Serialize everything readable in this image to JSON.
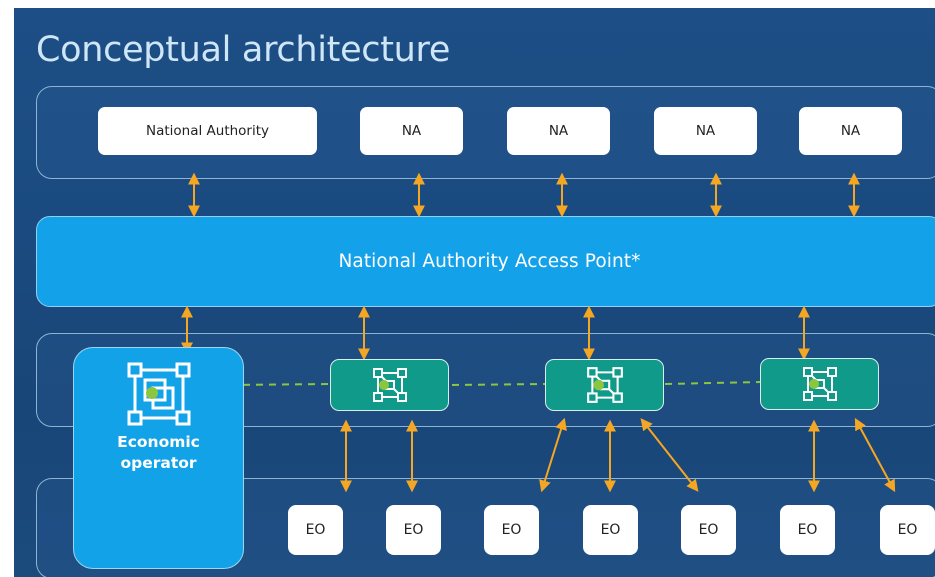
{
  "title": "Conceptual architecture",
  "national_authorities": [
    "National Authority",
    "NA",
    "NA",
    "NA",
    "NA"
  ],
  "access_point_bar": "National Authority Access Point*",
  "economic_operator": {
    "line1": "Economic",
    "line2": "operator"
  },
  "eo_boxes": [
    "EO",
    "EO",
    "EO",
    "EO",
    "EO",
    "EO",
    "EO"
  ],
  "colors": {
    "background": "#1a4a7f",
    "access_point_bar": "#13a1ea",
    "access_point_node": "#0f9a8a",
    "arrow": "#f5a623",
    "link_dashed": "#8cc63f",
    "node_dot": "#8cc63f"
  }
}
